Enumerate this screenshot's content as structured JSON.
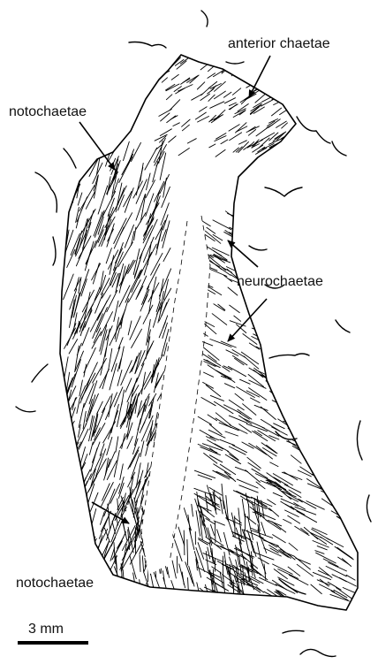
{
  "labels": {
    "anterior_chaetae": "anterior chaetae",
    "notochaetae_top": "notochaetae",
    "neurochaetae": "neurochaetae",
    "notochaetae_bottom": "notochaetae"
  },
  "scale_bar": {
    "label": "3 mm"
  }
}
